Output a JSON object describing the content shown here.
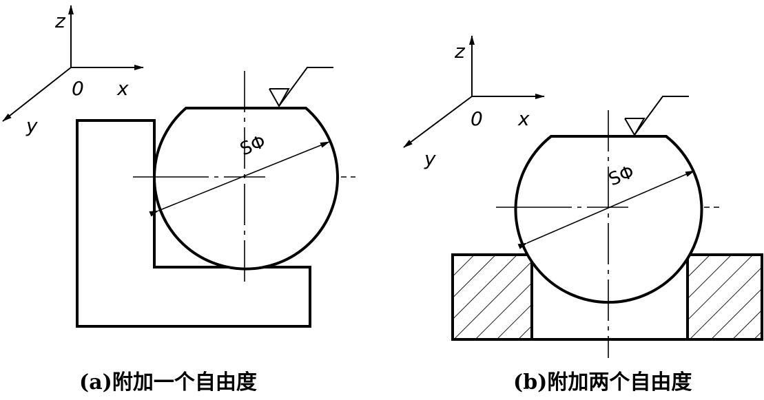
{
  "figure_a": {
    "axes": {
      "z": "z",
      "x": "x",
      "y": "y",
      "origin": "0"
    },
    "dimension": "SΦ",
    "caption": "(a)附加一个自由度"
  },
  "figure_b": {
    "axes": {
      "z": "z",
      "x": "x",
      "y": "y",
      "origin": "0"
    },
    "dimension": "SΦ",
    "caption": "(b)附加两个自由度"
  },
  "colors": {
    "ink": "#000000",
    "background": "#ffffff"
  }
}
